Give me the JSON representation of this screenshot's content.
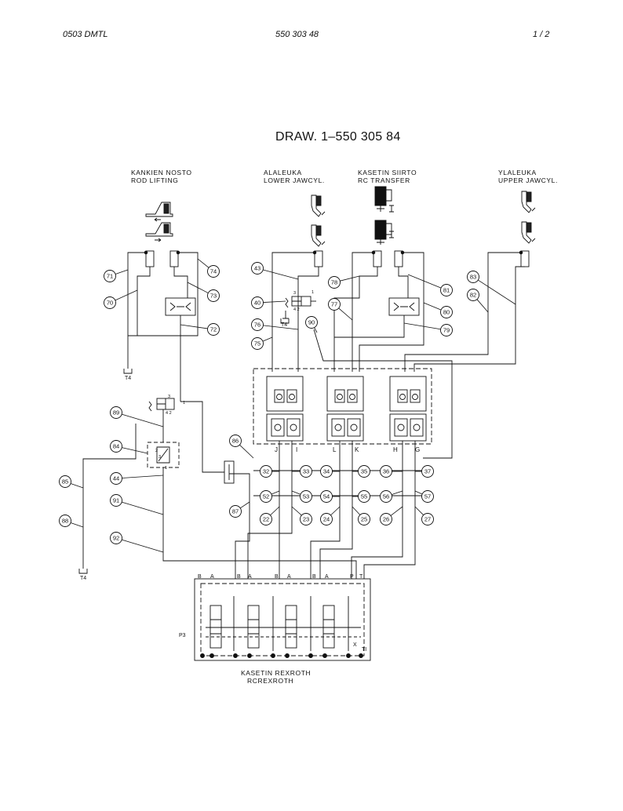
{
  "header": {
    "left": "0503 DMTL",
    "center": "550 303 48",
    "right": "1 /  2"
  },
  "title": "DRAW. 1–550 305 84",
  "groups": [
    {
      "line1": "KANKIEN NOSTO",
      "line2": "ROD LIFTING"
    },
    {
      "line1": "ALALEUKA",
      "line2": "LOWER JAWCYL."
    },
    {
      "line1": "KASETIN SIIRTO",
      "line2": "RC TRANSFER"
    },
    {
      "line1": "YLALEUKA",
      "line2": "UPPER JAWCYL."
    }
  ],
  "tank_labels": [
    "T4",
    "T4",
    "T4"
  ],
  "port_letters": [
    "J",
    "I",
    "L",
    "K",
    "H",
    "G"
  ],
  "valve_small_labels": [
    "3",
    "4 2",
    "1",
    "3",
    "4 2",
    "1",
    "3",
    "2",
    "1"
  ],
  "block_port_labels": [
    "B",
    "A",
    "B",
    "A",
    "B",
    "A",
    "B",
    "A",
    "P",
    "T",
    "P3",
    "TI",
    "X"
  ],
  "footer_labels": {
    "line1": "KASETIN REXROTH",
    "line2": "RCREXROTH"
  },
  "callouts": [
    "71",
    "70",
    "74",
    "73",
    "72",
    "43",
    "40",
    "76",
    "75",
    "77",
    "78",
    "80",
    "81",
    "79",
    "83",
    "82",
    "90",
    "89",
    "84",
    "85",
    "44",
    "91",
    "88",
    "92",
    "86",
    "87",
    "32",
    "33",
    "34",
    "35",
    "36",
    "37",
    "52",
    "53",
    "54",
    "55",
    "56",
    "57",
    "22",
    "23",
    "24",
    "25",
    "26",
    "27"
  ]
}
